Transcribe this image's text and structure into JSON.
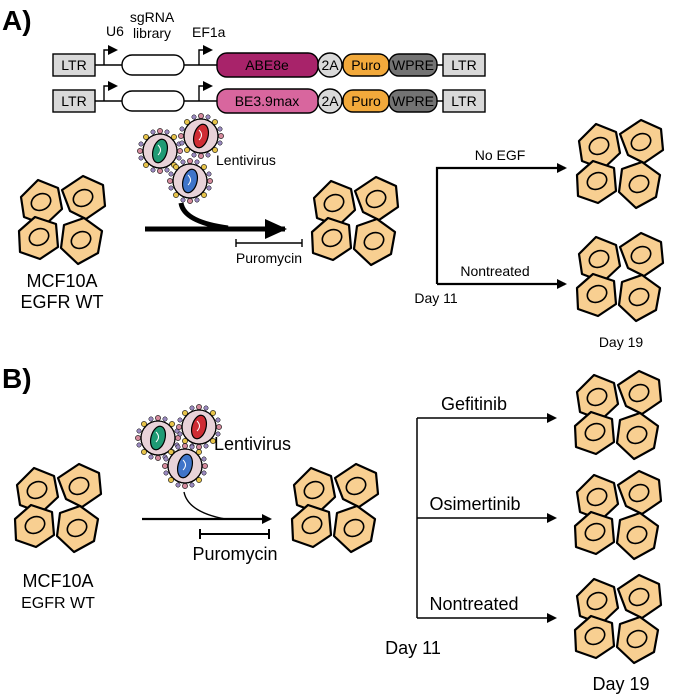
{
  "panelA": {
    "label": "A)",
    "promoters": {
      "u6": "U6",
      "sgrna": [
        "sgRNA",
        "library"
      ],
      "ef1a": "EF1a"
    },
    "construct1": {
      "ltr_left": "LTR",
      "editor": "ABE8e",
      "t2a": "2A",
      "puro": "Puro",
      "wpre": "WPRE",
      "ltr_right": "LTR"
    },
    "construct2": {
      "ltr_left": "LTR",
      "editor": "BE3.9max",
      "t2a": "2A",
      "puro": "Puro",
      "wpre": "WPRE",
      "ltr_right": "LTR"
    },
    "lentivirus": "Lentivirus",
    "puromycin": "Puromycin",
    "cell_line": [
      "MCF10A",
      "EGFR WT"
    ],
    "branches": [
      "No EGF",
      "Nontreated"
    ],
    "day_start": "Day 11",
    "day_end": "Day 19"
  },
  "panelB": {
    "label": "B)",
    "lentivirus": "Lentivirus",
    "puromycin": "Puromycin",
    "cell_line": [
      "MCF10A",
      "EGFR WT"
    ],
    "branches": [
      "Gefitinib",
      "Osimertinib",
      "Nontreated"
    ],
    "day_start": "Day 11",
    "day_end": "Day 19"
  },
  "colors": {
    "cell_fill": "#f8cf91",
    "abe8e": "#a8236a",
    "be39max": "#d8669e",
    "puro": "#f2a93b",
    "wpre": "#737373",
    "t2a": "#d9d9d9",
    "ltr": "#d9d9d9",
    "virus_green": "#1f9a74",
    "virus_red": "#cf2c34",
    "virus_blue": "#3f74c9",
    "virus_coat": "#e8d2d8"
  }
}
